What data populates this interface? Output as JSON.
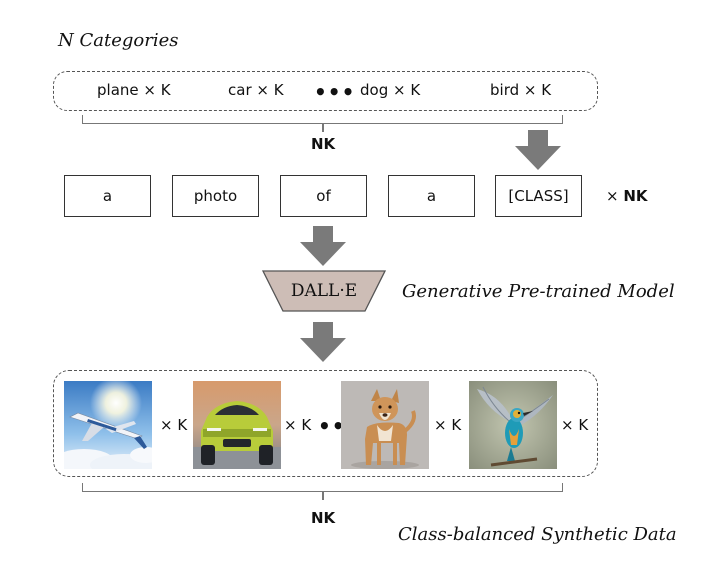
{
  "categories_title": "N Categories",
  "categories": [
    {
      "label": "plane × K"
    },
    {
      "label": "car × K"
    },
    {
      "label": "dog × K"
    },
    {
      "label": "bird × K"
    }
  ],
  "ellipsis": "•••",
  "nk_label": "NK",
  "prompt_words": [
    "a",
    "photo",
    "of",
    "a",
    "[CLASS]"
  ],
  "times_symbol": "×",
  "model_name": "DALL·E",
  "model_caption": "Generative Pre-trained Model",
  "images": [
    {
      "icon": "airplane-image",
      "multiplier": "× K"
    },
    {
      "icon": "car-image",
      "multiplier": "× K"
    },
    {
      "icon": "dog-image",
      "multiplier": "× K"
    },
    {
      "icon": "bird-image",
      "multiplier": "× K"
    }
  ],
  "output_caption": "Class-balanced Synthetic Data",
  "colors": {
    "arrow": "#7a7a7a",
    "model_fill": "#cdbdb6",
    "dash": "#555555"
  }
}
